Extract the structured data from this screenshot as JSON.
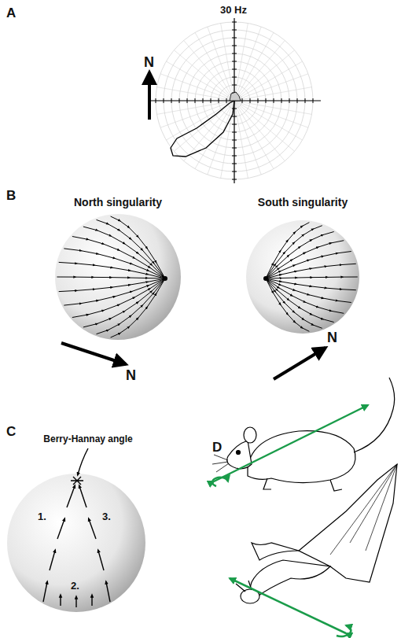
{
  "diagram": {
    "labels": [
      "A",
      "30 Hz",
      "N",
      "B",
      "North singularity",
      "South singularity",
      "N",
      "N",
      "C",
      "Berry-Hannay angle",
      "1.",
      "3.",
      "2.",
      "D"
    ]
  }
}
